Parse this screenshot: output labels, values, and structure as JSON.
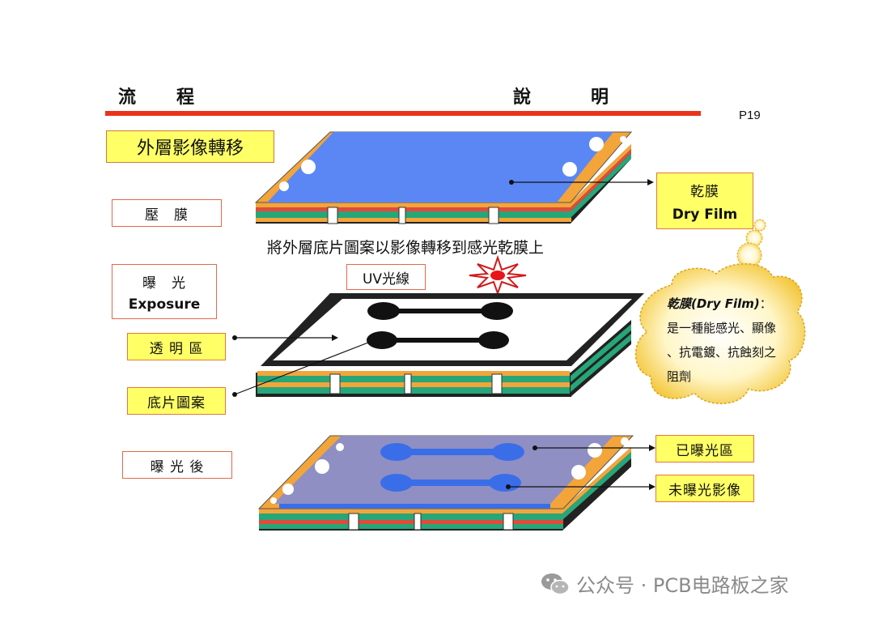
{
  "header": {
    "left": "流　　程",
    "right": "說　　　明",
    "page": "P19"
  },
  "section_title": "外層影像轉移",
  "steps": {
    "lamination": "壓　膜",
    "exposure_cn": "曝　光",
    "exposure_en": "Exposure",
    "after_exposure": "曝 光 後"
  },
  "labels": {
    "dry_film_cn": "乾膜",
    "dry_film_en": "Dry Film",
    "uv": "UV光線",
    "transparent": "透 明 區",
    "film_pattern": "底片圖案",
    "exposed_area": "已曝光區",
    "unexposed_image": "未曝光影像"
  },
  "caption": "將外層底片圖案以影像轉移到感光乾膜上",
  "cloud": {
    "term": "乾膜(Dry Film)",
    "colon": "：",
    "line1": "是一種能感光、顯像",
    "line2": "、抗電鍍、抗蝕刻之",
    "line3": "阻劑"
  },
  "watermark": "公众号 · PCB电路板之家",
  "colors": {
    "dry_film": "#5b87f5",
    "copper": "#f3a53a",
    "core": "#27a67a",
    "exposed": "#8f8fc4",
    "pattern": "#3a6ee8",
    "red_bar": "#e8341c"
  }
}
